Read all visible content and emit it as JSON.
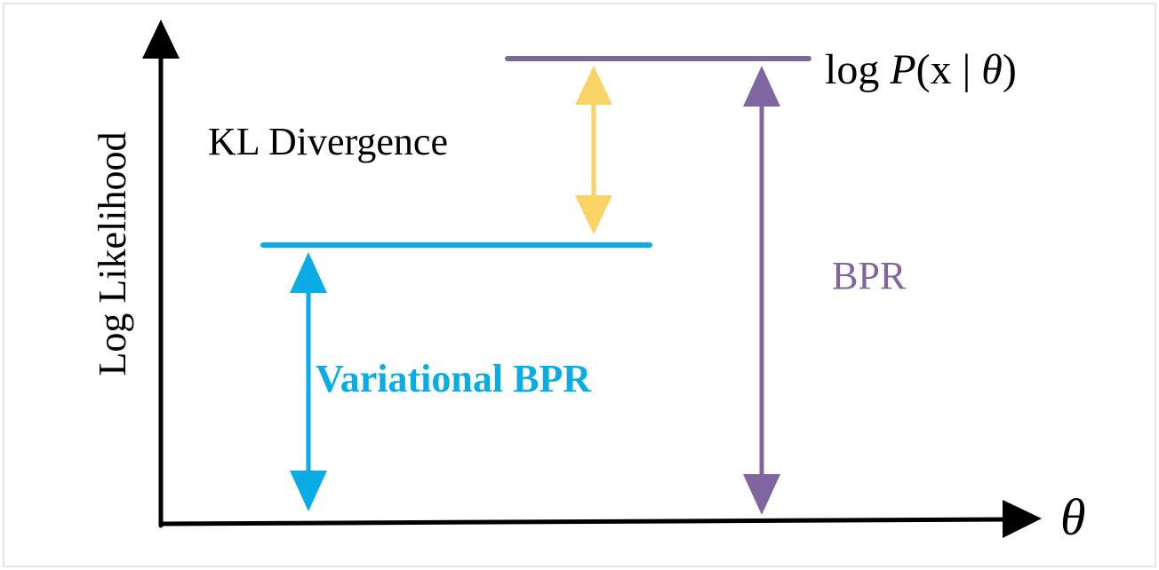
{
  "axes": {
    "y_label": "Log Likelihood",
    "x_label": "θ"
  },
  "labels": {
    "kl": "KL Divergence",
    "bpr": "BPR",
    "variational_bpr": "Variational BPR"
  },
  "formula": {
    "prefix": "log ",
    "p": "P",
    "open": "(",
    "x": "x",
    "bar": " | ",
    "theta": "θ",
    "close": ")"
  },
  "colors": {
    "axis": "#000000",
    "purple": "#7f66a0",
    "blue": "#0aace6",
    "yellow": "#fad366",
    "text": "#000000"
  }
}
